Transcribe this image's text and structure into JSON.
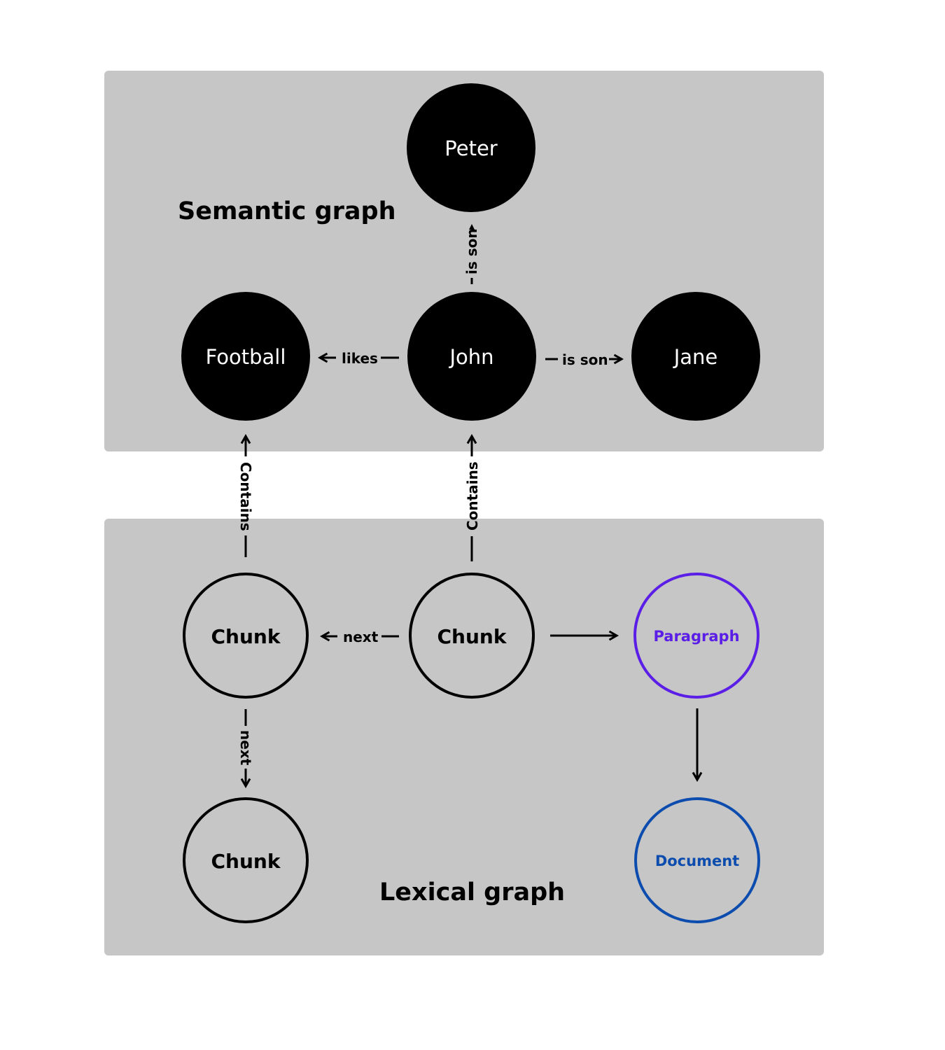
{
  "colors": {
    "panel": "#c6c6c6",
    "paragraph": "#5b1ee6",
    "document": "#0b4cae",
    "node": "#000000"
  },
  "semantic": {
    "title": "Semantic graph",
    "nodes": {
      "peter": "Peter",
      "john": "John",
      "football": "Football",
      "jane": "Jane"
    },
    "edges": {
      "john_peter": "is son",
      "john_football": "likes",
      "john_jane": "is son"
    }
  },
  "cross": {
    "left": "Contains",
    "right": "Contains"
  },
  "lexical": {
    "title": "Lexical graph",
    "nodes": {
      "chunk_left": "Chunk",
      "chunk_center": "Chunk",
      "chunk_bottom": "Chunk",
      "paragraph": "Paragraph",
      "document": "Document"
    },
    "edges": {
      "center_left": "next",
      "left_bottom": "next"
    }
  }
}
